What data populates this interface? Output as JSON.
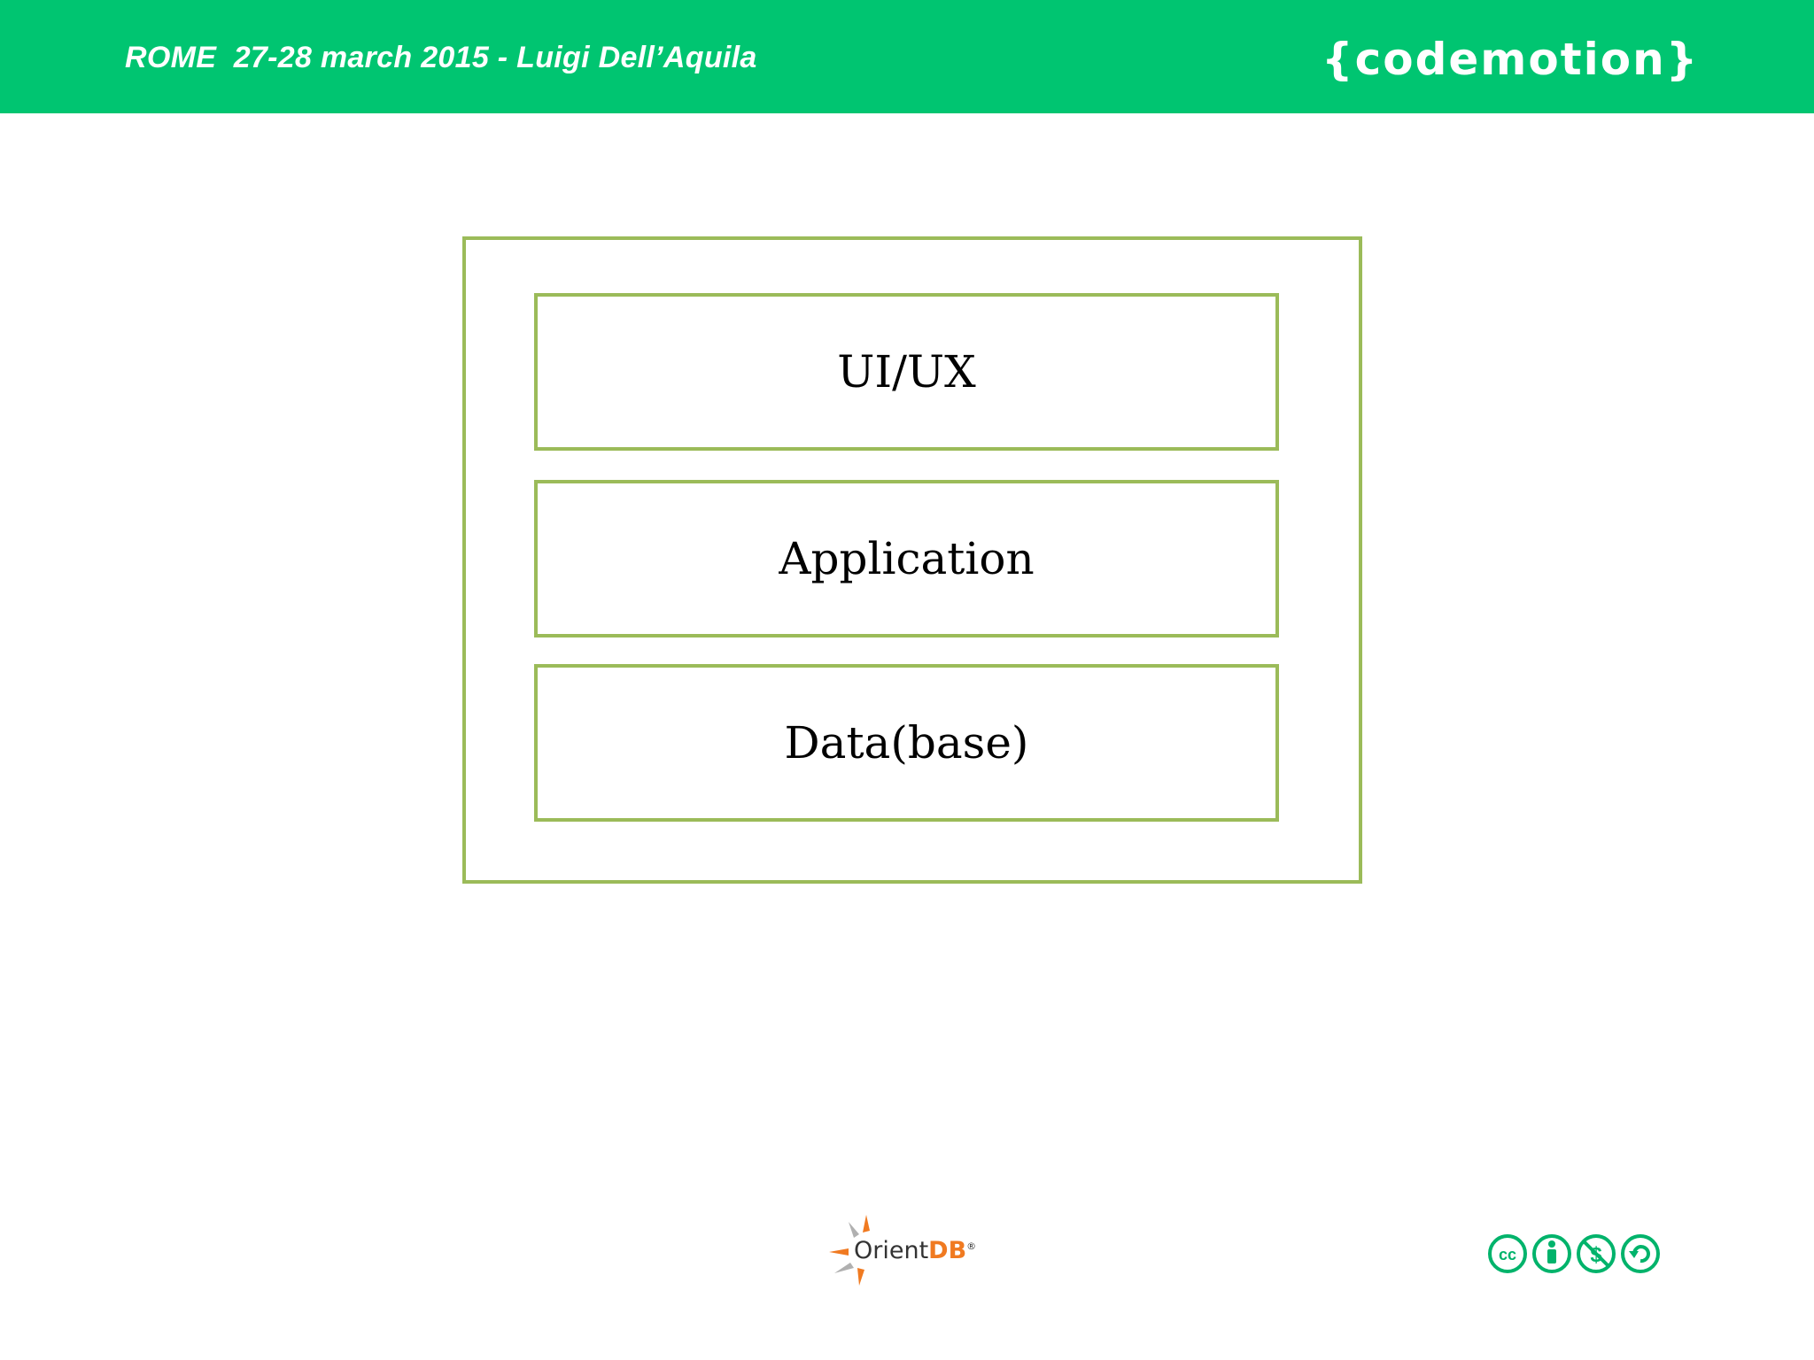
{
  "header": {
    "text": "ROME  27-28 march 2015 - Luigi Dell’Aquila",
    "brand": "{codemotion}"
  },
  "diagram": {
    "layers": [
      "UI/UX",
      "Application",
      "Data(base)"
    ]
  },
  "footer": {
    "logo_name": "Orient",
    "logo_suffix": "DB",
    "logo_mark": "®",
    "license_icons": [
      "cc-icon",
      "by-icon",
      "nc-icon",
      "sa-icon"
    ]
  },
  "colors": {
    "header_bg": "#00c571",
    "box_border": "#9bbb59",
    "license_icon": "#00b36b",
    "orient_accent": "#f07a21"
  }
}
